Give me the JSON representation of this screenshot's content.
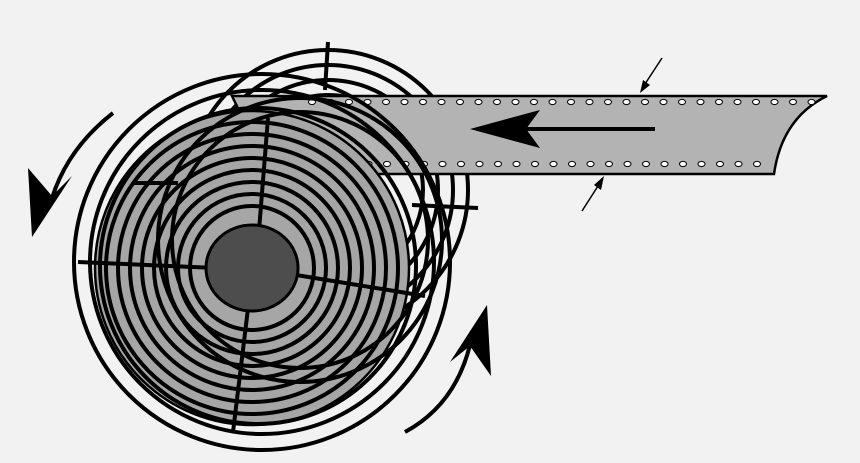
{
  "diagram": {
    "colors": {
      "background": "#f2f2f2",
      "ink": "#000000",
      "film": "#b3b3b3",
      "film_roll": "#a6a6a6",
      "core": "#4d4d4d",
      "perforation": "#ffffff"
    },
    "components": {
      "film_strip": "film-strip",
      "film_roll": "film-roll",
      "spool_core": "spool-core",
      "reel_rings": "spiral-reel",
      "motion_arrows": [
        "rotation-arrow-left",
        "rotation-arrow-bottom",
        "film-direction-arrow"
      ],
      "width_markers": [
        "width-marker-top",
        "width-marker-bottom"
      ]
    }
  }
}
